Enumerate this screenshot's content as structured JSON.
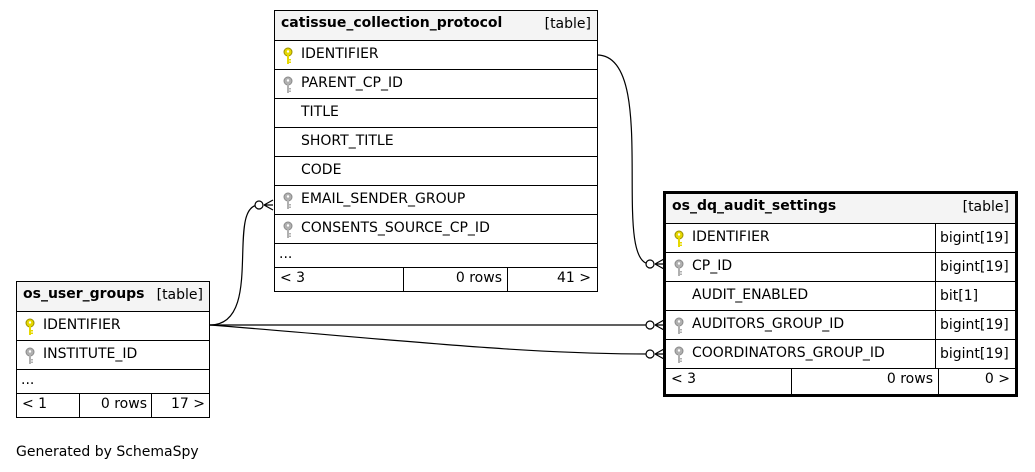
{
  "footer_text": "Generated by SchemaSpy",
  "tables": {
    "catissue": {
      "name": "catissue_collection_protocol",
      "kind": "[table]",
      "columns": [
        {
          "name": "IDENTIFIER",
          "key": "primary"
        },
        {
          "name": "PARENT_CP_ID",
          "key": "foreign"
        },
        {
          "name": "TITLE",
          "key": "none"
        },
        {
          "name": "SHORT_TITLE",
          "key": "none"
        },
        {
          "name": "CODE",
          "key": "none"
        },
        {
          "name": "EMAIL_SENDER_GROUP",
          "key": "foreign"
        },
        {
          "name": "CONSENTS_SOURCE_CP_ID",
          "key": "foreign"
        }
      ],
      "more": "...",
      "footer": {
        "parents": "< 3",
        "rows": "0 rows",
        "children": "41 >"
      }
    },
    "user_groups": {
      "name": "os_user_groups",
      "kind": "[table]",
      "columns": [
        {
          "name": "IDENTIFIER",
          "key": "primary"
        },
        {
          "name": "INSTITUTE_ID",
          "key": "foreign"
        }
      ],
      "more": "...",
      "footer": {
        "parents": "< 1",
        "rows": "0 rows",
        "children": "17 >"
      }
    },
    "audit": {
      "name": "os_dq_audit_settings",
      "kind": "[table]",
      "columns": [
        {
          "name": "IDENTIFIER",
          "type": "bigint[19]",
          "key": "primary"
        },
        {
          "name": "CP_ID",
          "type": "bigint[19]",
          "key": "foreign"
        },
        {
          "name": "AUDIT_ENABLED",
          "type": "bit[1]",
          "key": "none"
        },
        {
          "name": "AUDITORS_GROUP_ID",
          "type": "bigint[19]",
          "key": "foreign"
        },
        {
          "name": "COORDINATORS_GROUP_ID",
          "type": "bigint[19]",
          "key": "foreign"
        }
      ],
      "footer": {
        "parents": "< 3",
        "rows": "0 rows",
        "children": "0 >"
      }
    }
  },
  "colors": {
    "primary_key": "#e6d800",
    "foreign_key": "#b0b0b0",
    "header_bg": "#f4f4f4"
  }
}
